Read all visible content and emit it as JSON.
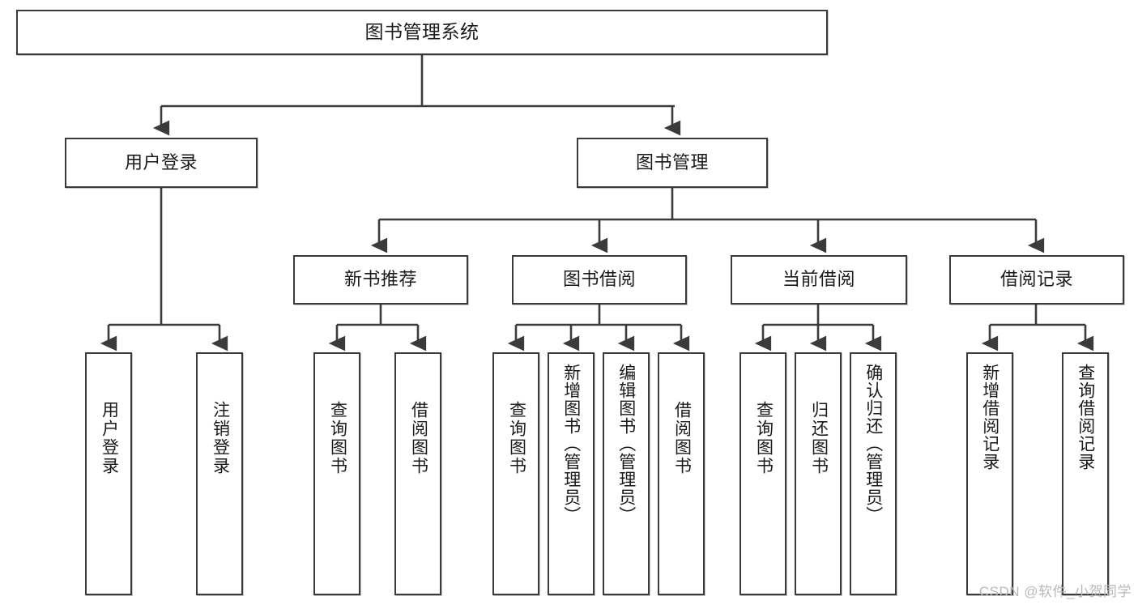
{
  "diagram": {
    "title": "图书管理系统",
    "type": "tree",
    "watermark": "CSDN @软件_小贺同学",
    "colors": {
      "stroke": "#3b3b3b",
      "fill": "#ffffff",
      "text": "#1a1a1a",
      "watermark": "#b9b9b9"
    },
    "levels": {
      "root": {
        "label": "图书管理系统"
      },
      "level2": [
        {
          "id": "user-login",
          "label": "用户登录"
        },
        {
          "id": "book-management",
          "label": "图书管理"
        }
      ],
      "level3": [
        {
          "id": "new-book-recommend",
          "label": "新书推荐"
        },
        {
          "id": "book-borrow",
          "label": "图书借阅"
        },
        {
          "id": "current-borrow",
          "label": "当前借阅"
        },
        {
          "id": "borrow-record",
          "label": "借阅记录"
        }
      ],
      "leaves": {
        "user-login": [
          {
            "id": "leaf-user-login",
            "label": "用户登录"
          },
          {
            "id": "leaf-logout",
            "label": "注销登录"
          }
        ],
        "new-book-recommend": [
          {
            "id": "leaf-query-book-1",
            "label": "查询图书"
          },
          {
            "id": "leaf-borrow-book-1",
            "label": "借阅图书"
          }
        ],
        "book-borrow": [
          {
            "id": "leaf-query-book-2",
            "label": "查询图书"
          },
          {
            "id": "leaf-add-book",
            "label": "新增图书（管理员）"
          },
          {
            "id": "leaf-edit-book",
            "label": "编辑图书（管理员）"
          },
          {
            "id": "leaf-borrow-book-2",
            "label": "借阅图书"
          }
        ],
        "current-borrow": [
          {
            "id": "leaf-query-book-3",
            "label": "查询图书"
          },
          {
            "id": "leaf-return-book",
            "label": "归还图书"
          },
          {
            "id": "leaf-confirm-return",
            "label": "确认归还（管理员）"
          }
        ],
        "borrow-record": [
          {
            "id": "leaf-add-record",
            "label": "新增借阅记录"
          },
          {
            "id": "leaf-query-record",
            "label": "查询借阅记录"
          }
        ]
      }
    }
  }
}
